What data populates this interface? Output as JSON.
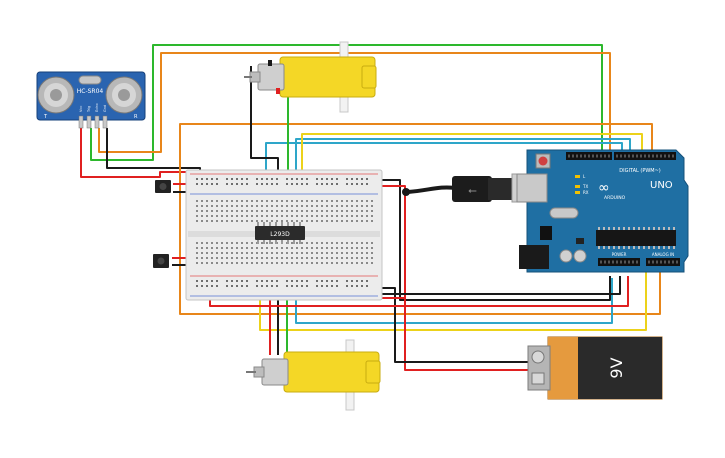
{
  "sensor": {
    "model": "HC-SR04",
    "pins": [
      "Vcc",
      "Trig",
      "Echo",
      "Gnd"
    ],
    "corner_left": "T",
    "corner_right": "R"
  },
  "driver_chip": {
    "label": "L293D"
  },
  "arduino": {
    "brand": "ARDUINO",
    "model": "UNO",
    "digital_header": "DIGITAL (PWM~)",
    "power_header": "POWER",
    "analog_header": "ANALOG IN",
    "led_tx": "TX",
    "led_rx": "RX",
    "led_l": "L"
  },
  "battery": {
    "label": "9V"
  },
  "colors": {
    "wire_red": "#e02020",
    "wire_black": "#1a1a1a",
    "wire_green": "#2db82d",
    "wire_orange": "#e8861a",
    "wire_yellow": "#ecd21a",
    "wire_blue": "#2ea6c9",
    "arduino_board": "#1f6fa3",
    "motor_yellow": "#f4d726",
    "battery_body": "#e0963a",
    "sensor_board": "#2a64b0"
  }
}
